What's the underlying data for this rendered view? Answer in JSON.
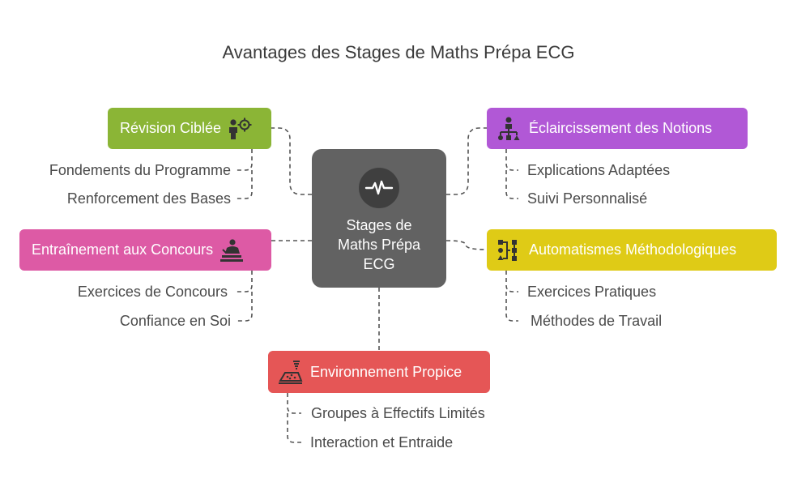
{
  "title": "Avantages des Stages de Maths Prépa ECG",
  "center": {
    "label": "Stages de Maths Prépa ECG",
    "icon": "pulse-icon"
  },
  "topics": {
    "revision": {
      "label": "Révision Ciblée",
      "color": "#8bb536",
      "icon": "target-person-icon",
      "items": [
        "Fondements du Programme",
        "Renforcement des Bases"
      ]
    },
    "concours": {
      "label": "Entraînement aux Concours",
      "color": "#dd5aa5",
      "icon": "exam-person-icon",
      "items": [
        "Exercices de Concours",
        "Confiance en Soi"
      ]
    },
    "notions": {
      "label": "Éclaircissement des Notions",
      "color": "#b158d6",
      "icon": "hierarchy-icon",
      "items": [
        "Explications Adaptées",
        "Suivi Personnalisé"
      ]
    },
    "automatismes": {
      "label": "Automatismes Méthodologiques",
      "color": "#dfcb16",
      "icon": "flowchart-icon",
      "items": [
        "Exercices Pratiques",
        "Méthodes de Travail"
      ]
    },
    "environnement": {
      "label": "Environnement Propice",
      "color": "#e55656",
      "icon": "sand-pour-icon",
      "items": [
        "Groupes à Effectifs Limités",
        "Interaction et Entraide"
      ]
    }
  }
}
